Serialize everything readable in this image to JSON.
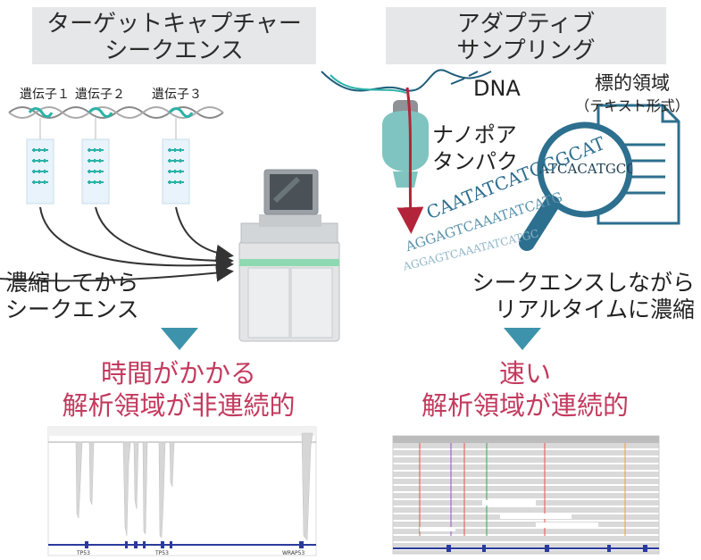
{
  "left": {
    "title": [
      "ターゲットキャプチャー",
      "シークエンス"
    ],
    "genes": [
      "遺伝子１",
      "遺伝子２",
      "遺伝子３"
    ],
    "method_label": [
      "濃縮してから",
      "シークエンス"
    ],
    "result": [
      "時間がかかる",
      "解析領域が非連続的"
    ],
    "track_labels": [
      "TP53",
      "TP53",
      "WRAP53"
    ]
  },
  "right": {
    "title": [
      "アダプティブ",
      "サンプリング"
    ],
    "dna_label": "DNA",
    "pore_label": [
      "ナノポア",
      "タンパク"
    ],
    "target_label": [
      "標的領域",
      "（テキスト形式）"
    ],
    "magnified_seq": "ATCACATGCG",
    "stream_seq": [
      "CAATATCATGCGCAT",
      "AGGAGTCAAATATCATG",
      "AGGAGTCAAATATCATGC"
    ],
    "method_label": [
      "シークエンスしながら",
      "リアルタイムに濃縮"
    ],
    "result": [
      "速い",
      "解析領域が連続的"
    ]
  },
  "colors": {
    "teal_arrow": "#3d93ab",
    "result_red": "#c33a5e",
    "title_gray": "#e6e7e8",
    "dna_teal": "#2bb3a8",
    "seq_blue": "#2d6f8f",
    "pore_teal": "#7fc4c0",
    "strand_red": "#b3243a"
  },
  "icons": [
    "dna-helix-icon",
    "capture-probe-icon",
    "sequencer-machine-icon",
    "nanopore-icon",
    "magnifier-icon",
    "document-icon",
    "arrow-down-icon"
  ]
}
